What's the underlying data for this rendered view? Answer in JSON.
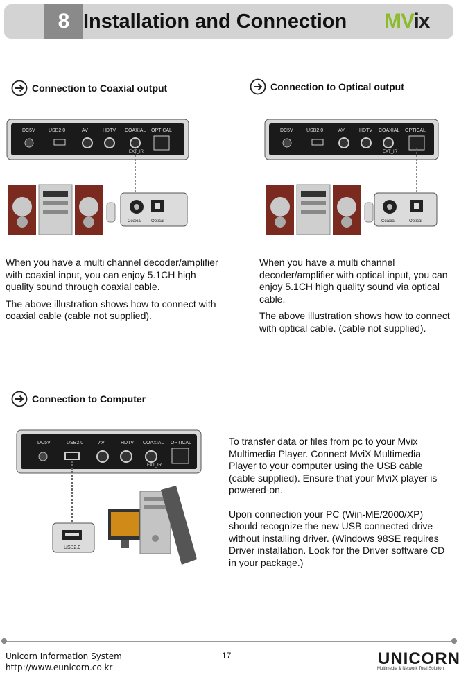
{
  "header": {
    "chapter_number": "8",
    "title": "Installation and Connection",
    "logo_left": "MV",
    "logo_right": "ix"
  },
  "sections": {
    "coaxial": {
      "heading": "Connection to Coaxial output",
      "paragraphs": [
        "When you have a multi channel decoder/amplifier with coaxial input, you can enjoy 5.1CH high quality sound through coaxial cable.",
        "The above illustration shows how to connect with coaxial cable (cable not supplied)."
      ]
    },
    "optical": {
      "heading": "Connection to Optical output",
      "paragraphs": [
        "When you have a multi channel decoder/amplifier with optical input, you can enjoy 5.1CH high quality sound via optical cable.",
        "The above illustration shows how to connect with optical cable. (cable not supplied)."
      ]
    },
    "computer": {
      "heading": "Connection to Computer",
      "paragraphs": [
        "To transfer data or files from pc to your Mvix Multimedia Player. Connect MviX Multimedia Player to your computer using the USB cable (cable supplied). Ensure that your MviX player is powered-on.",
        "Upon connection your PC (Win-ME/2000/XP) should recognize the new USB connected drive without installing driver. (Windows 98SE requires Driver installation. Look for the Driver software CD in your package.)"
      ]
    }
  },
  "device_panel": {
    "ports": [
      "DC5V",
      "USB2.0",
      "AV",
      "HDTV",
      "COAXIAL",
      "OPTICAL"
    ],
    "ext_label": "EXT_IR"
  },
  "connector_labels": {
    "coaxial": "Coaxial",
    "optical": "Optical",
    "usb": "USB2.0"
  },
  "footer": {
    "company": "Unicorn Information System",
    "url": "http://www.eunicorn.co.kr",
    "page_number": "17",
    "brand": "UNICORN",
    "brand_tagline": "Multimedia & Network Total Solution"
  }
}
